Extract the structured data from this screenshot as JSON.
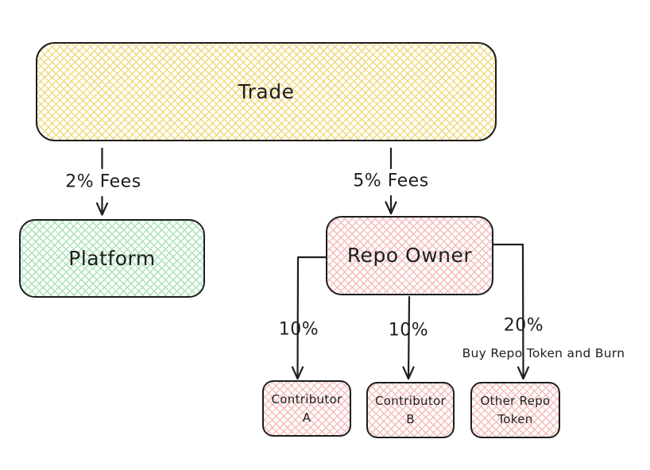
{
  "colors": {
    "stroke": "#1e1e1e",
    "text": "#1e1e1e",
    "trade_hatch": "#f2d87e",
    "platform_hatch": "#a9e2b6",
    "repo_hatch": "#f4bcba"
  },
  "nodes": {
    "trade": {
      "label": "Trade"
    },
    "platform": {
      "label": "Platform"
    },
    "repo_owner": {
      "label": "Repo Owner"
    },
    "contributor_a": {
      "line1": "Contributor",
      "line2": "A"
    },
    "contributor_b": {
      "line1": "Contributor",
      "line2": "B"
    },
    "other_repo_token": {
      "line1": "Other Repo",
      "line2": "Token"
    }
  },
  "edges": {
    "trade_to_platform": {
      "label": "2% Fees"
    },
    "trade_to_repo_owner": {
      "label": "5% Fees"
    },
    "repo_to_contributor_a": {
      "label": "10%"
    },
    "repo_to_contributor_b": {
      "label": "10%"
    },
    "repo_to_other_repo_token": {
      "label": "20%",
      "note": "Buy Repo Token and Burn"
    }
  }
}
